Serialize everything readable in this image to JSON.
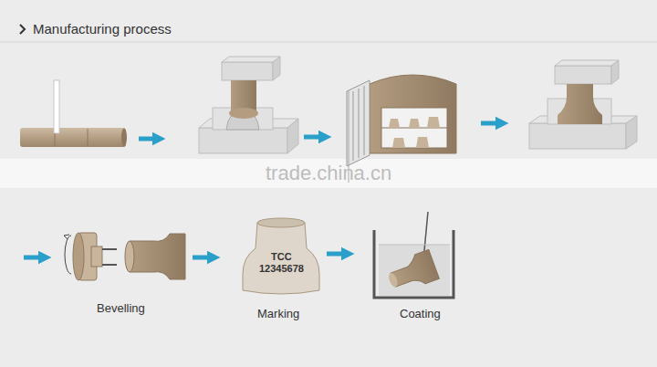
{
  "diagram": {
    "title": "Manufacturing process",
    "labels": [
      "trade.china.cn",
      "Bevelling",
      "TCC",
      "12345678",
      "Marking",
      "Coating"
    ]
  }
}
